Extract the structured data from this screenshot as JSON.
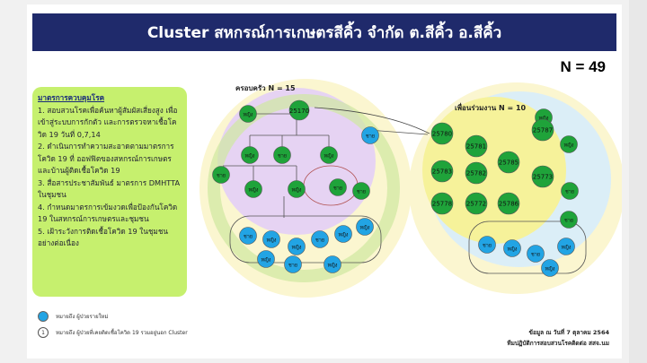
{
  "title": "Cluster สหกรณ์การเกษตรสีคิ้ว จำกัด ต.สีคิ้ว อ.สีคิ้ว",
  "n_total": "N = 49",
  "measures": {
    "heading": "มาตรการควบคุมโรค",
    "items": [
      "1. สอบสวนโรคเพื่อค้นหาผู้สัมผัสเสี่ยงสูง เพื่อเข้าสู่ระบบการกักตัว และการตรวจหาเชื้อโควิด 19 วันที่ 0,7,14",
      "2. ดำเนินการทำความสะอาดตามมาตรการโควิด 19 ที่ ออฟฟิตของสหกรณ์การเกษตร และบ้านผู้ติดเชื้อโควิด 19",
      "3. สื่อสารประชาสัมพันธ์ มาตรการ DMHTTA ในชุมชน",
      "4. กำหนดมาตรการเข้มงวดเพื่อป้องกันโควิด 19 ในสหกรณ์การเกษตรและชุมชน",
      "5. เฝ้าระวังการติดเชื้อโควิด 19 ในชุมชนอย่างต่อเนื่อง"
    ]
  },
  "family_label": "ครอบครัว N = 15",
  "coworker_label": "เพื่อนร่วมงาน N = 10",
  "family_index": "25170",
  "coworker_nodes": [
    "25780",
    "25781",
    "25787",
    "25783",
    "25782",
    "25785",
    "25773",
    "25778",
    "25772",
    "25786"
  ],
  "node_text": {
    "male": "ชาย",
    "female": "หญิง"
  },
  "legend": {
    "blue_dot": "หมายถึง ผู้ป่วยรายใหม่",
    "ring": "หมายถึง ผู้ป่วยที่เคยติดเชื้อโควิด 19 รวมอยู่นอก Cluster"
  },
  "source": {
    "line1": "ข้อมูล ณ วันที่ 7 ตุลาคม 2564",
    "line2": "ทีมปฏิบัติการสอบสวนโรคติดต่อ สสจ.นม"
  },
  "colors": {
    "title_bg": "#1f2a6b",
    "panel_green": "#c6f06e",
    "node_green": "#1fa33a",
    "node_blue": "#22a4e4",
    "family_purple": "#e6d3f3",
    "coworker_yellow": "#f6f29a"
  }
}
